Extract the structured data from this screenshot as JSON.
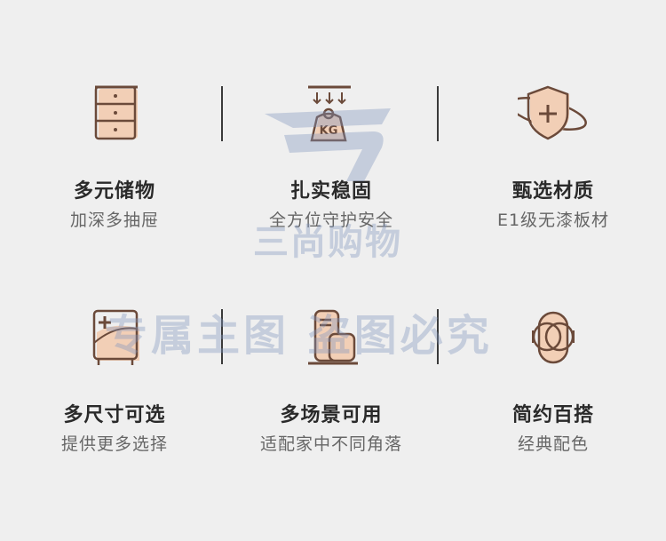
{
  "features": [
    {
      "title": "多元储物",
      "subtitle": "加深多抽屉",
      "icon": "drawer-cabinet-icon"
    },
    {
      "title": "扎实稳固",
      "subtitle": "全方位守护安全",
      "icon": "weight-kg-icon",
      "icon_text": "KG"
    },
    {
      "title": "甄选材质",
      "subtitle": "E1级无漆板材",
      "icon": "shield-plus-icon"
    },
    {
      "title": "多尺寸可选",
      "subtitle": "提供更多选择",
      "icon": "size-cabinet-icon"
    },
    {
      "title": "多场景可用",
      "subtitle": "适配家中不同角落",
      "icon": "scene-furniture-icon"
    },
    {
      "title": "简约百搭",
      "subtitle": "经典配色",
      "icon": "rings-icon"
    }
  ],
  "watermark": {
    "line1": "三尚购物",
    "line2": "专属主图  盗图必究"
  },
  "colors": {
    "background": "#efefef",
    "icon_fill": "#f2cfb6",
    "icon_stroke": "#6b4a3a",
    "title": "#2a2a2a",
    "subtitle": "#666666"
  }
}
